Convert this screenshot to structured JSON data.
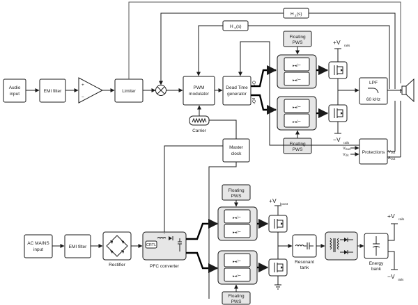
{
  "blocks": {
    "audio_input": [
      "Audio",
      "input"
    ],
    "emi_filter_top": "EMI filter",
    "limiter": "Limiter",
    "pwm_modulator": [
      "PWM",
      "modulator"
    ],
    "dead_time": [
      "Dead Time",
      "generator"
    ],
    "carrier": "Carrier",
    "lpf": [
      "LPF",
      "60 kHz"
    ],
    "protections": "Protections",
    "master_clock": [
      "Master",
      "clock"
    ],
    "floating_pws": [
      "Floating",
      "PWS"
    ],
    "ac_mains": [
      "AC MAINS",
      "input"
    ],
    "emi_filter_bottom": "EMI filter",
    "rectifier": "Rectifier",
    "pfc_converter": "PFC converter",
    "crtl": "CRTL",
    "resonant_tank": [
      "Resonant",
      "tank"
    ],
    "energy_bank": [
      "Energy",
      "bank"
    ]
  },
  "signals": {
    "h1": "H",
    "h1_sub": "1",
    "h1_suffix": "(s)",
    "h2": "H",
    "h2_sub": "2",
    "h2_suffix": "(s)",
    "q": "Q",
    "q_bar": "Q",
    "plus_v_rails": "+V",
    "minus_v_rails": "−V",
    "rails_sub": "rails",
    "plus_v_boost": "+V",
    "boost_sub": "boost",
    "v_bus": "V",
    "v_bus_sub": "bus",
    "v_dc": "V",
    "v_dc_sub": "dc",
    "v_out": "V",
    "v_out_sub": "out",
    "a_out": "A",
    "a_out_sub": "out",
    "plus": "+",
    "minus": "−"
  }
}
